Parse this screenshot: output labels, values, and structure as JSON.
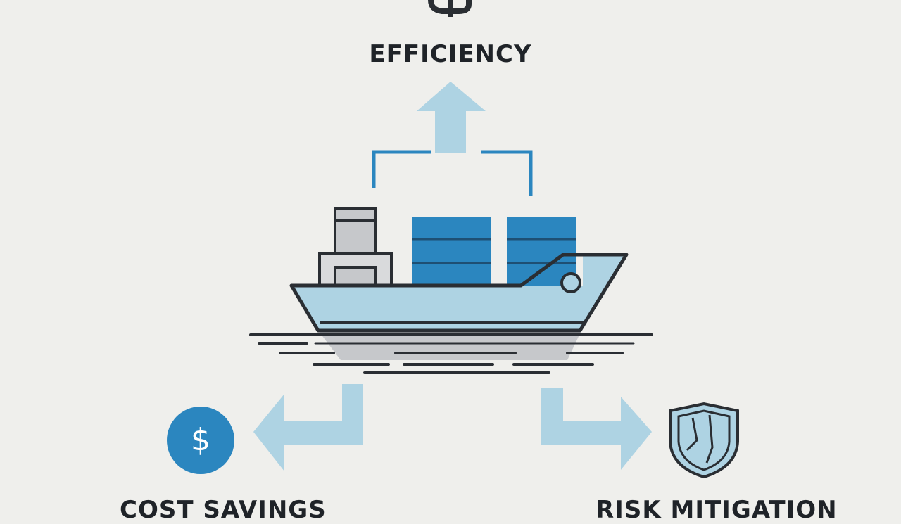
{
  "labels": {
    "top": "EFFICIENCY",
    "bottom_left": "COST SAVINGS",
    "bottom_right": "RISK MITIGATION"
  },
  "icons": {
    "top": "dollar-icon",
    "left": "dollar-coin-icon",
    "right": "shield-icon",
    "center": "cargo-ship-icon"
  },
  "colors": {
    "background": "#efefec",
    "accent_blue": "#2b86bf",
    "light_blue": "#aed3e3",
    "line_dark": "#2a2e33",
    "gray": "#c6c8cb",
    "coin_symbol": "$"
  }
}
